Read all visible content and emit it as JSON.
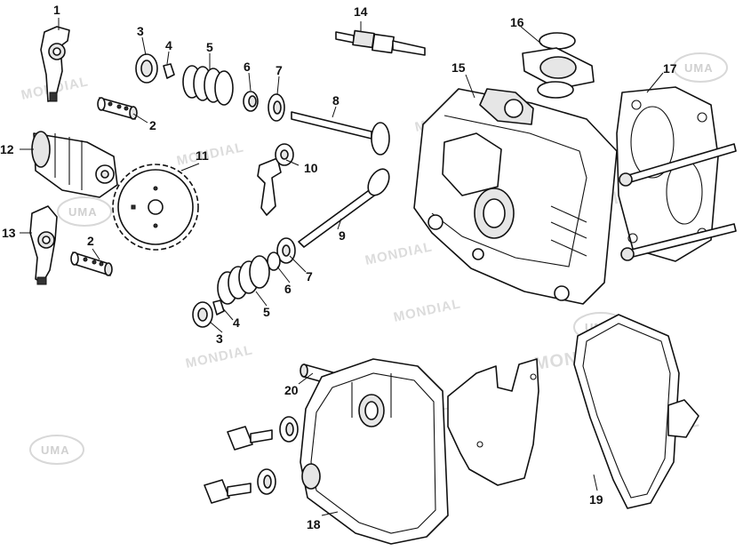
{
  "watermarks": {
    "brand": "MONDIAL",
    "logo_text": "UMA"
  },
  "callouts": {
    "c1": "1",
    "c2a": "2",
    "c2b": "2",
    "c3a": "3",
    "c3b": "3",
    "c4a": "4",
    "c4b": "4",
    "c5a": "5",
    "c5b": "5",
    "c6a": "6",
    "c6b": "6",
    "c7a": "7",
    "c7b": "7",
    "c8": "8",
    "c9": "9",
    "c10": "10",
    "c11": "11",
    "c12": "12",
    "c13": "13",
    "c14": "14",
    "c15": "15",
    "c16": "16",
    "c17": "17",
    "c18": "18",
    "c19": "19",
    "c20": "20"
  },
  "colors": {
    "line": "#111111",
    "watermark": "#dcdcdc",
    "background": "#ffffff"
  }
}
